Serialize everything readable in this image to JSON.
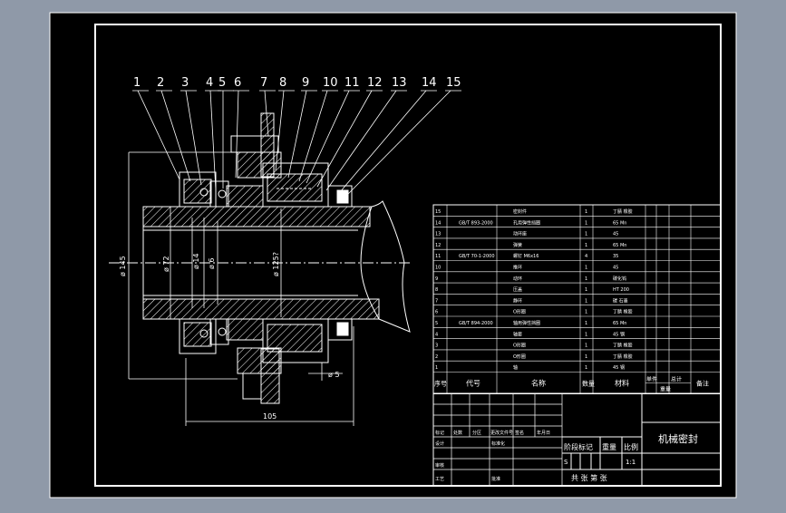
{
  "colors": {
    "window_bg": "#8f99a8",
    "sheet_bg": "#000000",
    "line": "#ffffff"
  },
  "balloons": [
    "1",
    "2",
    "3",
    "4",
    "5",
    "6",
    "7",
    "8",
    "9",
    "10",
    "11",
    "12",
    "13",
    "14",
    "15"
  ],
  "dimensions": {
    "d145": "ø 145",
    "d72": "ø 72",
    "d14": "ø 14",
    "d6": "ø 6",
    "d1257": "ø 125?",
    "d5": "ø 5",
    "l105": "105"
  },
  "bom": {
    "rows": [
      {
        "no": "15",
        "code": "",
        "name": "密封件",
        "qty": "1",
        "mat": "丁腈 橡胶"
      },
      {
        "no": "14",
        "code": "GB/T 893-2000",
        "name": "孔用弹性挡圈",
        "qty": "1",
        "mat": "65 Mn"
      },
      {
        "no": "13",
        "code": "",
        "name": "动环座",
        "qty": "1",
        "mat": "45"
      },
      {
        "no": "12",
        "code": "",
        "name": "弹簧",
        "qty": "1",
        "mat": "65 Mn"
      },
      {
        "no": "11",
        "code": "GB/T 70-1-2000",
        "name": "螺钉 M6x16",
        "qty": "4",
        "mat": "35"
      },
      {
        "no": "10",
        "code": "",
        "name": "推环",
        "qty": "1",
        "mat": "45"
      },
      {
        "no": "9",
        "code": "",
        "name": "动环",
        "qty": "1",
        "mat": "碳化钨"
      },
      {
        "no": "8",
        "code": "",
        "name": "压盖",
        "qty": "1",
        "mat": "HT 200"
      },
      {
        "no": "7",
        "code": "",
        "name": "静环",
        "qty": "1",
        "mat": "碳 石墨"
      },
      {
        "no": "6",
        "code": "",
        "name": "O形圈",
        "qty": "1",
        "mat": "丁腈 橡胶"
      },
      {
        "no": "5",
        "code": "GB/T 894-2000",
        "name": "轴用弹性挡圈",
        "qty": "1",
        "mat": "65 Mn"
      },
      {
        "no": "4",
        "code": "",
        "name": "轴套",
        "qty": "1",
        "mat": "45 钢"
      },
      {
        "no": "3",
        "code": "",
        "name": "O形圈",
        "qty": "1",
        "mat": "丁腈 橡胶"
      },
      {
        "no": "2",
        "code": "",
        "name": "O形圈",
        "qty": "1",
        "mat": "丁腈 橡胶"
      },
      {
        "no": "1",
        "code": "",
        "name": "轴",
        "qty": "1",
        "mat": "45 钢"
      }
    ],
    "header": {
      "no": "序号",
      "code": "代号",
      "name": "名称",
      "qty": "数量",
      "mat": "材料",
      "single": "单件",
      "total": "总计",
      "weight": "重量",
      "note": "备注"
    }
  },
  "title_block": {
    "title": "机械密封",
    "stage_mark": "阶段标记",
    "weight": "重量",
    "scale": "比例",
    "s_mark": "S",
    "scale_value": "1:1",
    "sheets": "共   张  第   张",
    "rev_headers": [
      "标记",
      "处数",
      "分区",
      "更改文件号",
      "签名",
      "年月日"
    ],
    "roles": [
      "设计",
      "审核",
      "工艺"
    ],
    "std": "标准化",
    "approve": "批准"
  }
}
